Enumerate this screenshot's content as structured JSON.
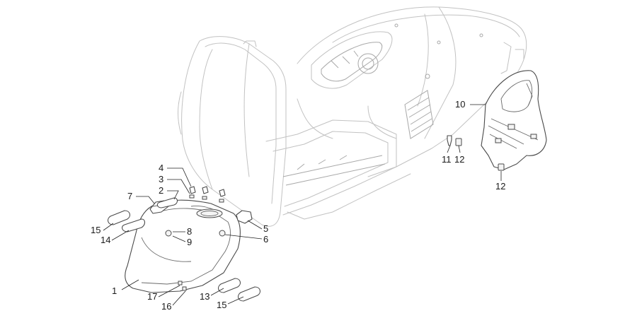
{
  "colors": {
    "ghost": "#c2c2c2",
    "part": "#4a4a4a",
    "label": "#1a1a1a"
  },
  "callouts": [
    {
      "id": "c1",
      "text": "1"
    },
    {
      "id": "c2",
      "text": "2"
    },
    {
      "id": "c3",
      "text": "3"
    },
    {
      "id": "c4",
      "text": "4"
    },
    {
      "id": "c5",
      "text": "5"
    },
    {
      "id": "c6",
      "text": "6"
    },
    {
      "id": "c7",
      "text": "7"
    },
    {
      "id": "c8",
      "text": "8"
    },
    {
      "id": "c9",
      "text": "9"
    },
    {
      "id": "c10",
      "text": "10"
    },
    {
      "id": "c11",
      "text": "11"
    },
    {
      "id": "c12a",
      "text": "12"
    },
    {
      "id": "c12b",
      "text": "12"
    },
    {
      "id": "c13",
      "text": "13"
    },
    {
      "id": "c14",
      "text": "14"
    },
    {
      "id": "c15a",
      "text": "15"
    },
    {
      "id": "c15b",
      "text": "15"
    },
    {
      "id": "c16",
      "text": "16"
    },
    {
      "id": "c17",
      "text": "17"
    }
  ]
}
